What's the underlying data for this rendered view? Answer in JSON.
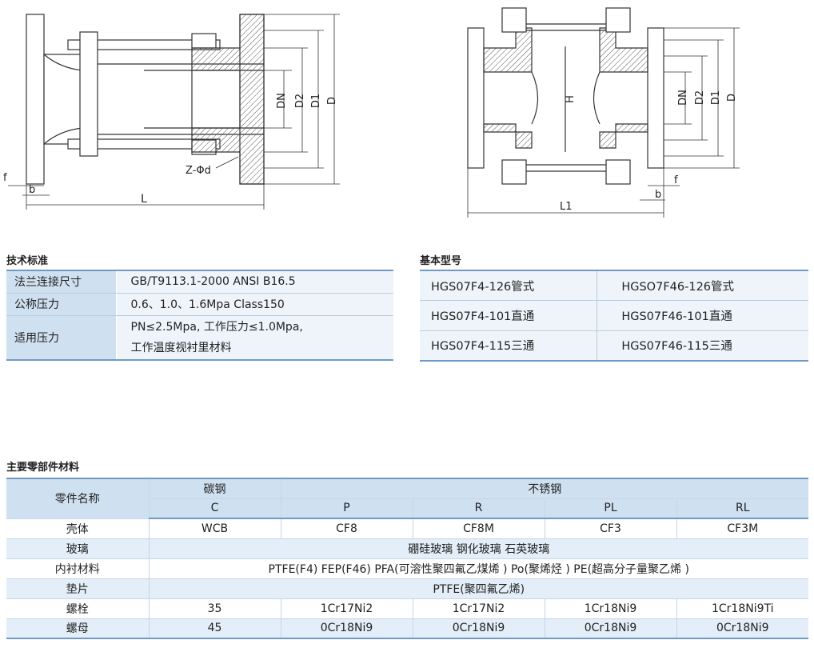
{
  "drawing_left": {
    "labels": {
      "dn": "DN",
      "d2": "D2",
      "d1": "D1",
      "d": "D",
      "z": "Z-Φd",
      "f": "f",
      "b": "b",
      "l": "L"
    }
  },
  "drawing_right": {
    "labels": {
      "dn": "DN",
      "d2": "D2",
      "d1": "D1",
      "d": "D",
      "h": "H",
      "f": "f",
      "b": "b",
      "l1": "L1"
    }
  },
  "tech": {
    "title": "技术标准",
    "rows": [
      {
        "label": "法兰连接尺寸",
        "value": "GB/T9113.1-2000  ANSI  B16.5"
      },
      {
        "label": "公称压力",
        "value": "0.6、1.0、1.6Mpa  Class150"
      },
      {
        "label": "适用压力",
        "value": "PN≤2.5Mpa, 工作压力≤1.0Mpa,",
        "value2": "工作温度视衬里材料"
      }
    ]
  },
  "models": {
    "title": "基本型号",
    "rows": [
      [
        "HGS07F4-126管式",
        "HGSO7F46-126管式"
      ],
      [
        "HGS07F4-101直通",
        "HGS07F46-101直通"
      ],
      [
        "HGS07F4-115三通",
        "HGS07F46-115三通"
      ]
    ]
  },
  "materials": {
    "title": "主要零部件材料",
    "header": {
      "part_name": "零件名称",
      "carbon": "碳钢",
      "stainless": "不锈钢",
      "codes": [
        "C",
        "P",
        "R",
        "PL",
        "RL"
      ]
    },
    "rows": [
      {
        "name": "壳体",
        "cells": [
          "WCB",
          "CF8",
          "CF8M",
          "CF3",
          "CF3M"
        ]
      },
      {
        "name": "玻璃",
        "merged": "硼硅玻璃  钢化玻璃   石英玻璃"
      },
      {
        "name": "内衬材料",
        "merged": "PTFE(F4) FEP(F46) PFA(可溶性聚四氟乙煤烯 ) Po(聚烯烃 ) PE(超高分子量聚乙烯 )"
      },
      {
        "name": "垫片",
        "merged": "PTFE(聚四氟乙烯)"
      },
      {
        "name": "螺栓",
        "cells": [
          "35",
          "1Cr17Ni2",
          "1Cr17Ni2",
          "1Cr18Ni9",
          "1Cr18Ni9Ti"
        ]
      },
      {
        "name": "螺母",
        "cells": [
          "45",
          "0Cr18Ni9",
          "0Cr18Ni9",
          "0Cr18Ni9",
          "0Cr18Ni9"
        ]
      }
    ]
  }
}
